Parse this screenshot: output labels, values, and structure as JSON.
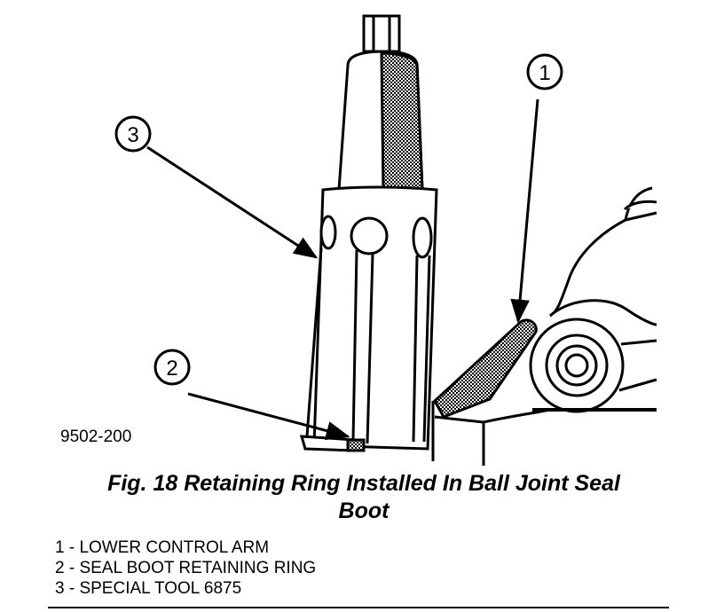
{
  "figure": {
    "id_code": "9502-200",
    "caption_line1": "Fig. 18 Retaining Ring Installed In Ball Joint Seal",
    "caption_line2": "Boot"
  },
  "callouts": [
    "1",
    "2",
    "3"
  ],
  "legend": [
    "1 - LOWER CONTROL ARM",
    "2 - SEAL BOOT RETAINING RING",
    "3 - SPECIAL TOOL 6875"
  ],
  "colors": {
    "ink": "#000000",
    "paper": "#ffffff"
  }
}
